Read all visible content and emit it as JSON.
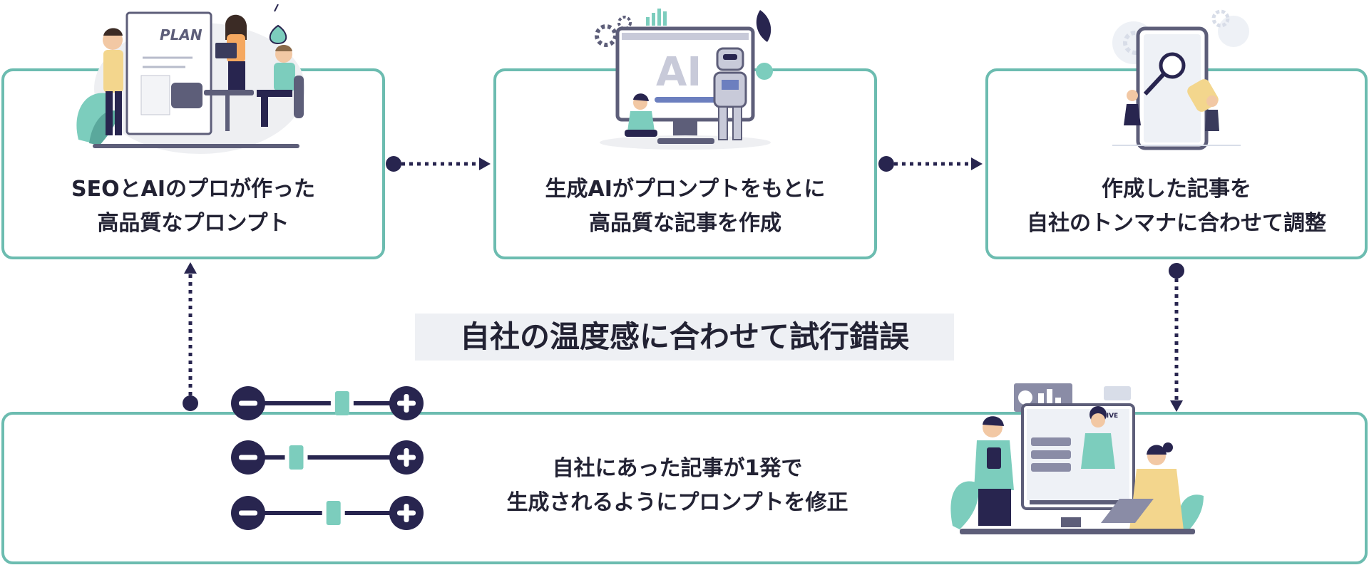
{
  "steps": [
    {
      "line1": "SEOとAIのプロが作った",
      "line2": "高品質なプロンプト",
      "illustration": "planning-team-illustration"
    },
    {
      "line1": "生成AIがプロンプトをもとに",
      "line2": "高品質な記事を作成",
      "illustration": "ai-robot-illustration"
    },
    {
      "line1": "作成した記事を",
      "line2": "自社のトンマナに合わせて調整",
      "illustration": "phone-search-illustration"
    }
  ],
  "banner": "自社の温度感に合わせて試行錯誤",
  "bottom": {
    "line1": "自社にあった記事が1発で",
    "line2": "生成されるようにプロンプトを修正",
    "illustration": "video-meeting-illustration"
  },
  "sliders": [
    {
      "level": 0.62
    },
    {
      "level": 0.25
    },
    {
      "level": 0.55
    }
  ],
  "illustration_text": {
    "plan": "PLAN",
    "ai": "AI",
    "live": "LIVE"
  },
  "colors": {
    "teal": "#6cbcb0",
    "navy": "#28254f",
    "text": "#222233",
    "banner_bg": "#eef0f4",
    "slider_knob": "#7ccdbd"
  }
}
